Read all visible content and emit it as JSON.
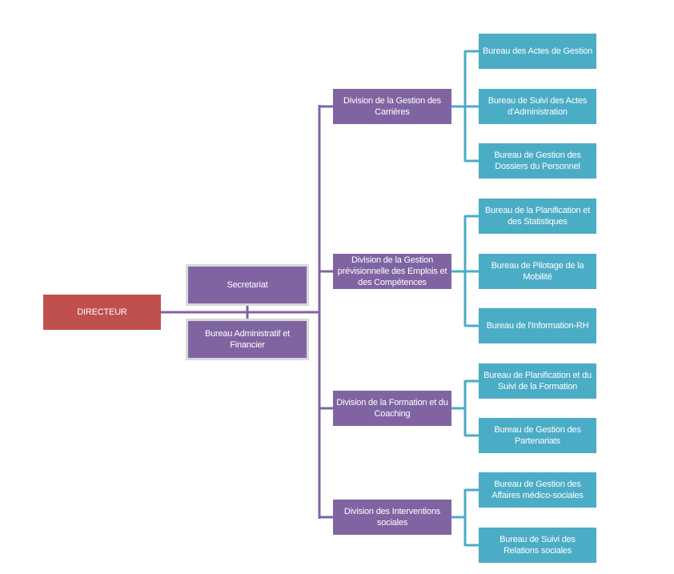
{
  "colors": {
    "director": "#c0504d",
    "division": "#8064a2",
    "bureau": "#4bacc6",
    "staff_border": "#d9d9d9"
  },
  "director": {
    "label": "DIRECTEUR"
  },
  "staff": [
    {
      "label": "Secretariat"
    },
    {
      "label": "Bureau Administratif et Financier"
    }
  ],
  "divisions": [
    {
      "label": "Division de la Gestion des Carrières",
      "bureaus": [
        {
          "label": "Bureau des Actes de Gestion"
        },
        {
          "label": "Bureau de Suivi des Actes d'Administration"
        },
        {
          "label": "Bureau de Gestion des Dossiers du Personnel"
        }
      ]
    },
    {
      "label": "Division de la Gestion prévisionnelle des Emplois et des Compétences",
      "bureaus": [
        {
          "label": "Bureau de la Planification et des Statistiques"
        },
        {
          "label": "Bureau de Pilotage de la Mobilité"
        },
        {
          "label": "Bureau de l'Information-RH"
        }
      ]
    },
    {
      "label": "Division de la Formation et du Coaching",
      "bureaus": [
        {
          "label": "Bureau de Planification et du Suivi de la Formation"
        },
        {
          "label": "Bureau de Gestion des Partenariats"
        }
      ]
    },
    {
      "label": "Division des Interventions sociales",
      "bureaus": [
        {
          "label": "Bureau de Gestion des Affaires médico-sociales"
        },
        {
          "label": "Bureau de Suivi des Relations sociales"
        }
      ]
    }
  ]
}
